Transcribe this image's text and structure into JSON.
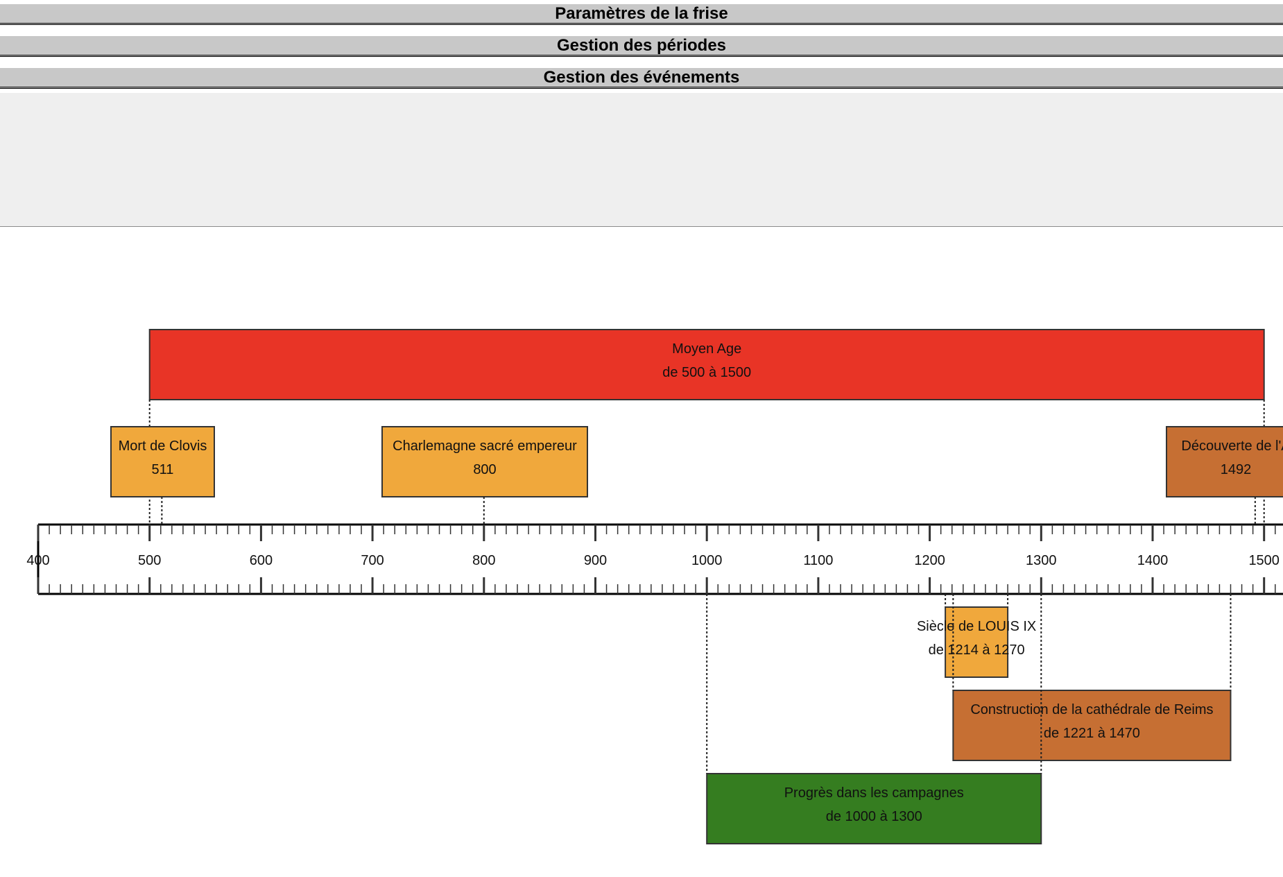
{
  "accordion": {
    "sections": [
      {
        "label": "Paramètres de la frise"
      },
      {
        "label": "Gestion des périodes"
      },
      {
        "label": "Gestion des événements"
      }
    ]
  },
  "timeline": {
    "axis": {
      "start": 400,
      "end": 1550,
      "major_step": 100,
      "minor_step": 10,
      "tick_labels": [
        "400",
        "500",
        "600",
        "700",
        "800",
        "900",
        "1000",
        "1100",
        "1200",
        "1300",
        "1400",
        "1500"
      ]
    },
    "periods_above": [
      {
        "title": "Moyen Age",
        "subtitle": "de 500 à 1500",
        "start": 500,
        "end": 1500,
        "color": "#e83426"
      }
    ],
    "events_above": [
      {
        "title": "Mort de Clovis",
        "date_label": "511",
        "date": 511,
        "color": "#f0a83c"
      },
      {
        "title": "Charlemagne sacré empereur",
        "date_label": "800",
        "date": 800,
        "color": "#f0a83c"
      },
      {
        "title": "Découverte de l'A",
        "date_label": "1492",
        "date": 1492,
        "color": "#c66f33"
      }
    ],
    "periods_below": [
      {
        "title": "Siècle de LOUIS IX",
        "subtitle": "de 1214 à 1270",
        "start": 1214,
        "end": 1270,
        "color": "#f0a83c"
      },
      {
        "title": "Construction de la cathédrale de Reims",
        "subtitle": "de 1221 à 1470",
        "start": 1221,
        "end": 1470,
        "color": "#c66f33"
      },
      {
        "title": "Progrès dans les campagnes",
        "subtitle": "de 1000 à 1300",
        "start": 1000,
        "end": 1300,
        "color": "#357d20"
      }
    ]
  }
}
